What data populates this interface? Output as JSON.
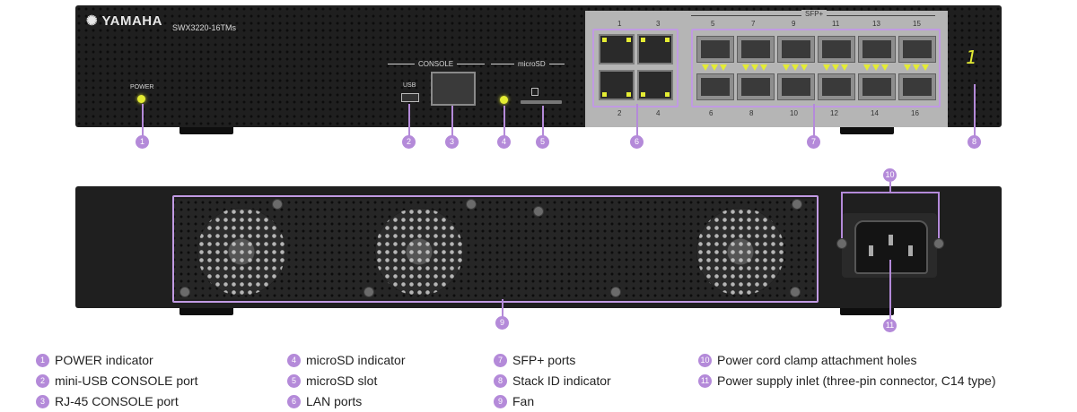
{
  "front": {
    "brand": "YAMAHA",
    "model": "SWX3220-16TMs",
    "power_label": "POWER",
    "console_label": "CONSOLE",
    "usb_label": "USB",
    "microsd_label": "microSD",
    "sfp_label": "SFP+",
    "lan_numbers_top": [
      "1",
      "3"
    ],
    "lan_numbers_bottom": [
      "2",
      "4"
    ],
    "sfp_numbers_top": [
      "5",
      "7",
      "9",
      "11",
      "13",
      "15"
    ],
    "sfp_numbers_bottom": [
      "6",
      "8",
      "10",
      "12",
      "14",
      "16"
    ],
    "stack_id": "1"
  },
  "callouts": [
    "1",
    "2",
    "3",
    "4",
    "5",
    "6",
    "7",
    "8",
    "9",
    "10",
    "11"
  ],
  "legend": [
    {
      "num": "1",
      "text": "POWER indicator"
    },
    {
      "num": "2",
      "text": "mini-USB CONSOLE port"
    },
    {
      "num": "3",
      "text": "RJ-45 CONSOLE port"
    },
    {
      "num": "4",
      "text": "microSD indicator"
    },
    {
      "num": "5",
      "text": "microSD slot"
    },
    {
      "num": "6",
      "text": "LAN ports"
    },
    {
      "num": "7",
      "text": "SFP+ ports"
    },
    {
      "num": "8",
      "text": "Stack ID indicator"
    },
    {
      "num": "9",
      "text": "Fan"
    },
    {
      "num": "10",
      "text": "Power cord clamp attachment holes"
    },
    {
      "num": "11",
      "text": "Power supply inlet (three-pin connector, C14 type)"
    }
  ],
  "colors": {
    "accent": "#b48ad9",
    "led": "#e4ec33",
    "chassis": "#1f1f1f"
  }
}
